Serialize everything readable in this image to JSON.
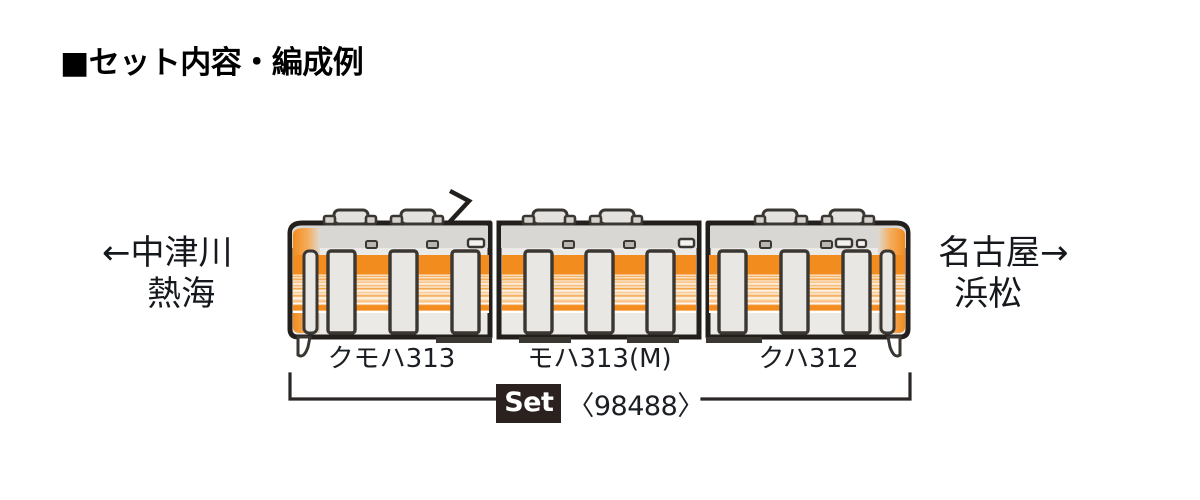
{
  "page": {
    "background_color": "#ffffff",
    "title": "■セット内容・編成例"
  },
  "direction_left": {
    "line1": "←中津川",
    "line2": "熱海"
  },
  "direction_right": {
    "line1": "名古屋→",
    "line2": "浜松"
  },
  "formation": {
    "cars": [
      {
        "label": "クモハ313",
        "type": "cab-left",
        "pantograph": true
      },
      {
        "label": "モハ313(M)",
        "type": "intermediate",
        "pantograph": false
      },
      {
        "label": "クハ312",
        "type": "cab-right",
        "pantograph": false
      }
    ]
  },
  "set": {
    "badge_label": "Set",
    "code": "〈98488〉"
  },
  "colors": {
    "body": "#eceae6",
    "body_outline": "#231f1d",
    "stripe_orange": "#f28c1e",
    "stripe_orange_light": "#f8c07a",
    "roof": "#d8d6d2",
    "door": "#e8e7e4",
    "badge_background": "#2b2220",
    "badge_text": "#ffffff",
    "text": "#1b1e22"
  }
}
